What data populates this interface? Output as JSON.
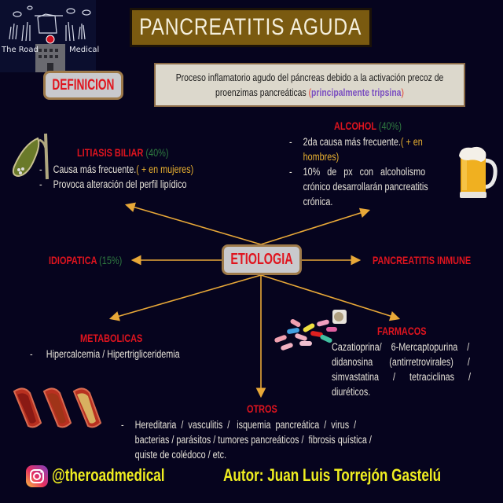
{
  "logo": {
    "left_text": "The Road",
    "right_text": "Medical"
  },
  "title": "PANCREATITIS AGUDA",
  "definition": {
    "label": "DEFINICION",
    "text_main": "Proceso inflamatorio agudo del páncreas debido a la activación precoz de proenzimas pancreáticas ",
    "paren_open": "(",
    "highlight": "principalmente tripsina",
    "paren_close": ")"
  },
  "center": {
    "label": "ETIOLOGIA"
  },
  "sections": {
    "litiasis": {
      "title": "LITIASIS BILIAR",
      "percent": "(40%)",
      "items": [
        {
          "dash": "-",
          "text": "Causa más frecuente. ",
          "note": "( + en mujeres)"
        },
        {
          "dash": "-",
          "text": "Provoca alteración del perfil lipídico",
          "note": ""
        }
      ],
      "image": "gallbladder-image"
    },
    "alcohol": {
      "title": "ALCOHOL",
      "percent": "(40%)",
      "items": [
        {
          "dash": "-",
          "line1": "2da causa más frecuente. ",
          "note1": "( + en",
          "note2": "hombres)"
        },
        {
          "dash": "-",
          "line1": "10%   de   px   con   alcoholismo",
          "line2": "crónico desarrollarán pancreatitis",
          "line3": "crónica."
        }
      ],
      "image": "beer-mug-image"
    },
    "idiopatica": {
      "title": "IDIOPATICA",
      "percent": "(15%)"
    },
    "inmune": {
      "title": "PANCREATITIS INMUNE"
    },
    "metabolicas": {
      "title": "METABOLICAS",
      "items": [
        {
          "dash": "-",
          "text": "Hipercalcemia / Hipertrigliceridemia"
        }
      ],
      "image": "blood-vessels-image"
    },
    "farmacos": {
      "title": "FARMACOS",
      "lines": [
        "Cazatioprina/    6-Mercaptopurina    /",
        "didanosina       (antirretrovirales)      /",
        "simvastatina      /      tetraciclinas      /",
        "diuréticos."
      ],
      "image": "pills-image"
    },
    "otros": {
      "title": "OTROS",
      "dash": "-",
      "lines": [
        "Hereditaria  /  vasculitis  /   isquemia  pancreática  /  virus  /",
        "bacterias / parásitos / tumores pancreáticos /  fibrosis quística /",
        "quiste de colédoco / etc."
      ]
    }
  },
  "footer": {
    "handle": "@theroadmedical",
    "author": "Autor: Juan Luis Torrejón Gastelú"
  },
  "colors": {
    "background": "#06041e",
    "title_box": "#7a5a10",
    "heading_red": "#e0141e",
    "percent_green": "#2f7a40",
    "note_yellow": "#e8b030",
    "arrow": "#e8a838",
    "footer_yellow": "#f0ee20",
    "highlight_purple": "#7a4ec0"
  }
}
